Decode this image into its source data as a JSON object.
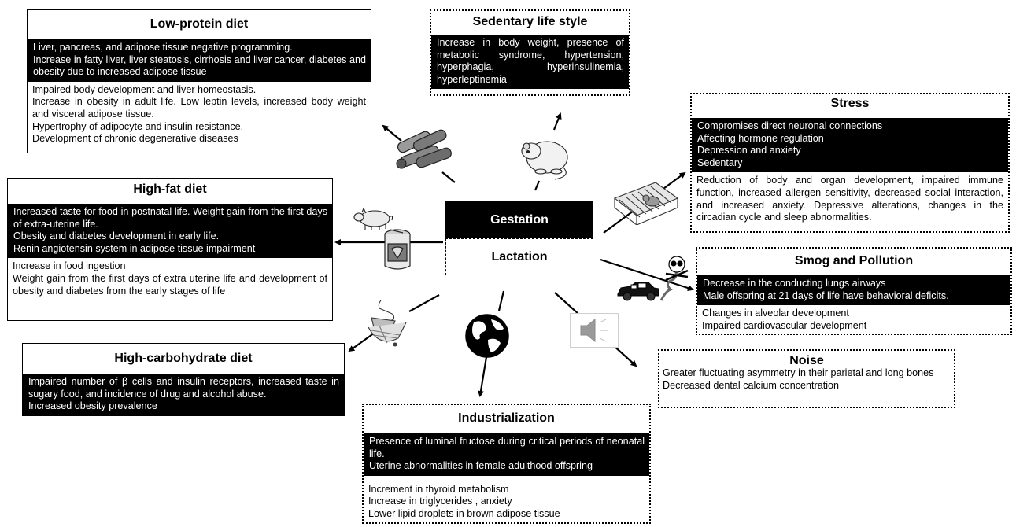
{
  "center": {
    "top": "Gestation",
    "bottom": "Lactation"
  },
  "boxes": {
    "low_protein": {
      "title": "Low-protein diet",
      "dark": "Liver, pancreas, and adipose tissue negative programming.\nIncrease in fatty liver, liver steatosis, cirrhosis and liver cancer, diabetes and obesity due to increased adipose tissue",
      "light": "Impaired body development and liver homeostasis.\nIncrease in obesity in adult life. Low leptin levels, increased body weight and visceral adipose tissue.\nHypertrophy of adipocyte and insulin resistance.\nDevelopment of chronic degenerative diseases"
    },
    "sedentary": {
      "title": "Sedentary life style",
      "dark": "Increase in body weight, presence of metabolic syndrome, hypertension, hyperphagia, hyperinsulinemia, hyperleptinemia"
    },
    "stress": {
      "title": "Stress",
      "dark": "Compromises direct neuronal connections\nAffecting hormone regulation\nDepression and anxiety\nSedentary",
      "light": "Reduction of body and organ development, impaired immune function, increased allergen sensitivity, decreased social interaction, and increased anxiety. Depressive alterations, changes in the circadian cycle and sleep abnormalities."
    },
    "high_fat": {
      "title": "High-fat diet",
      "dark": "Increased taste for food in postnatal life. Weight gain from the first days of extra-uterine life.\nObesity and diabetes development in early life.\nRenin angiotensin system in adipose tissue impairment",
      "light": "Increase in food ingestion\nWeight gain from the first days of extra uterine life and development of obesity and diabetes from the early stages of life"
    },
    "smog": {
      "title": "Smog and Pollution",
      "dark": "Decrease in the conducting lungs airways\nMale offspring at 21 days of life have behavioral deficits.",
      "light": "Changes in alveolar development\nImpaired  cardiovascular development"
    },
    "high_carb": {
      "title": "High-carbohydrate diet",
      "dark": "Impaired number of β cells and insulin receptors, increased taste in sugary food, and incidence of drug and alcohol abuse.\nIncreased obesity prevalence"
    },
    "noise": {
      "title": "Noise",
      "light": "Greater fluctuating asymmetry in their parietal and long bones\nDecreased dental calcium concentration"
    },
    "industrialization": {
      "title": "Industrialization",
      "dark": "Presence of luminal fructose during critical periods of neonatal life.\nUterine abnormalities in female adulthood offspring",
      "light": "Increment in thyroid metabolism\nIncrease in triglycerides , anxiety\nLower lipid droplets in brown adipose tissue"
    }
  },
  "icons": [
    "logs-icon",
    "rat-icon",
    "cage-icon",
    "pig-icon",
    "food-can-icon",
    "car-icon",
    "skull-icon",
    "candy-hand-icon",
    "globe-icon",
    "speaker-icon"
  ]
}
